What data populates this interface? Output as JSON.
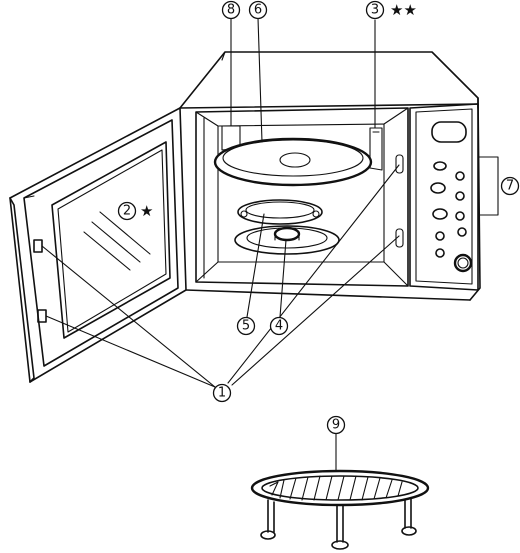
{
  "callouts": {
    "c1": "1",
    "c2": "2",
    "c3": "3",
    "c4": "4",
    "c5": "5",
    "c6": "6",
    "c7": "7",
    "c8": "8",
    "c9": "9"
  },
  "markers": {
    "door_glass_star": "★",
    "top_right_stars": "★★"
  }
}
